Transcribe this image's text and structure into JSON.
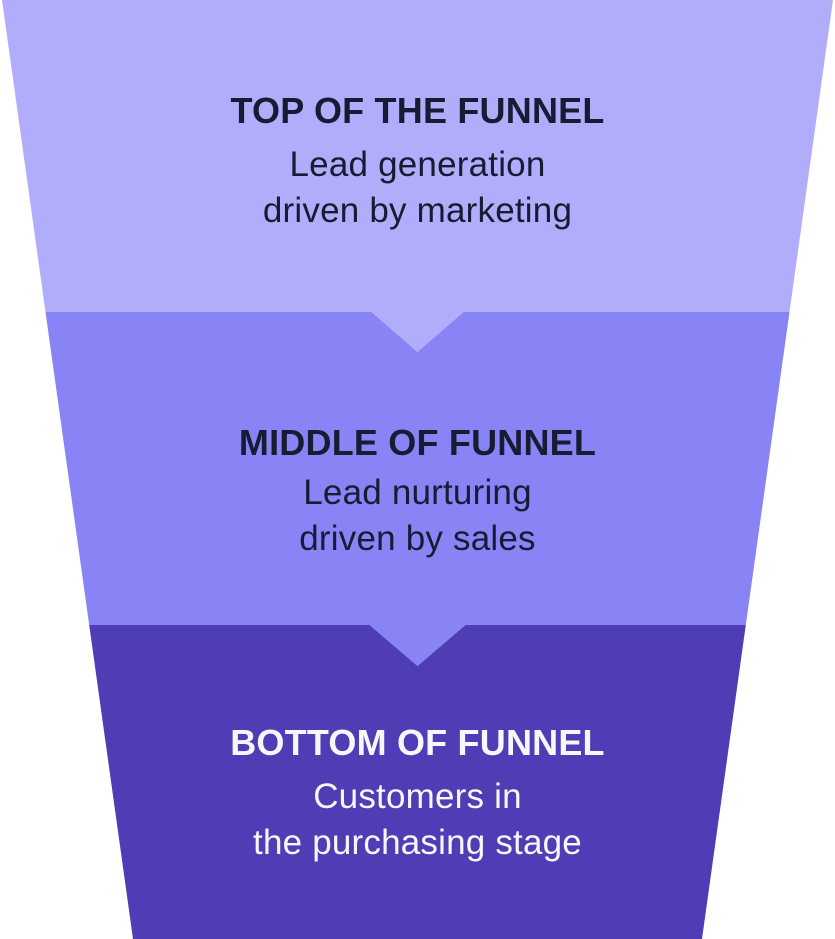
{
  "funnel": {
    "sections": [
      {
        "id": "top",
        "title": "TOP OF THE FUNNEL",
        "description_line1": "Lead generation",
        "description_line2": "driven by marketing",
        "bg_color": "#b2adfa",
        "text_color": "#171b33"
      },
      {
        "id": "middle",
        "title": "MIDDLE OF FUNNEL",
        "description_line1": "Lead nurturing",
        "description_line2": "driven by sales",
        "bg_color": "#8884f6",
        "text_color": "#171b33"
      },
      {
        "id": "bottom",
        "title": "BOTTOM OF FUNNEL",
        "description_line1": "Customers in",
        "description_line2": "the purchasing stage",
        "bg_color": "#4e3db4",
        "text_color": "#f7f6fb"
      }
    ]
  }
}
